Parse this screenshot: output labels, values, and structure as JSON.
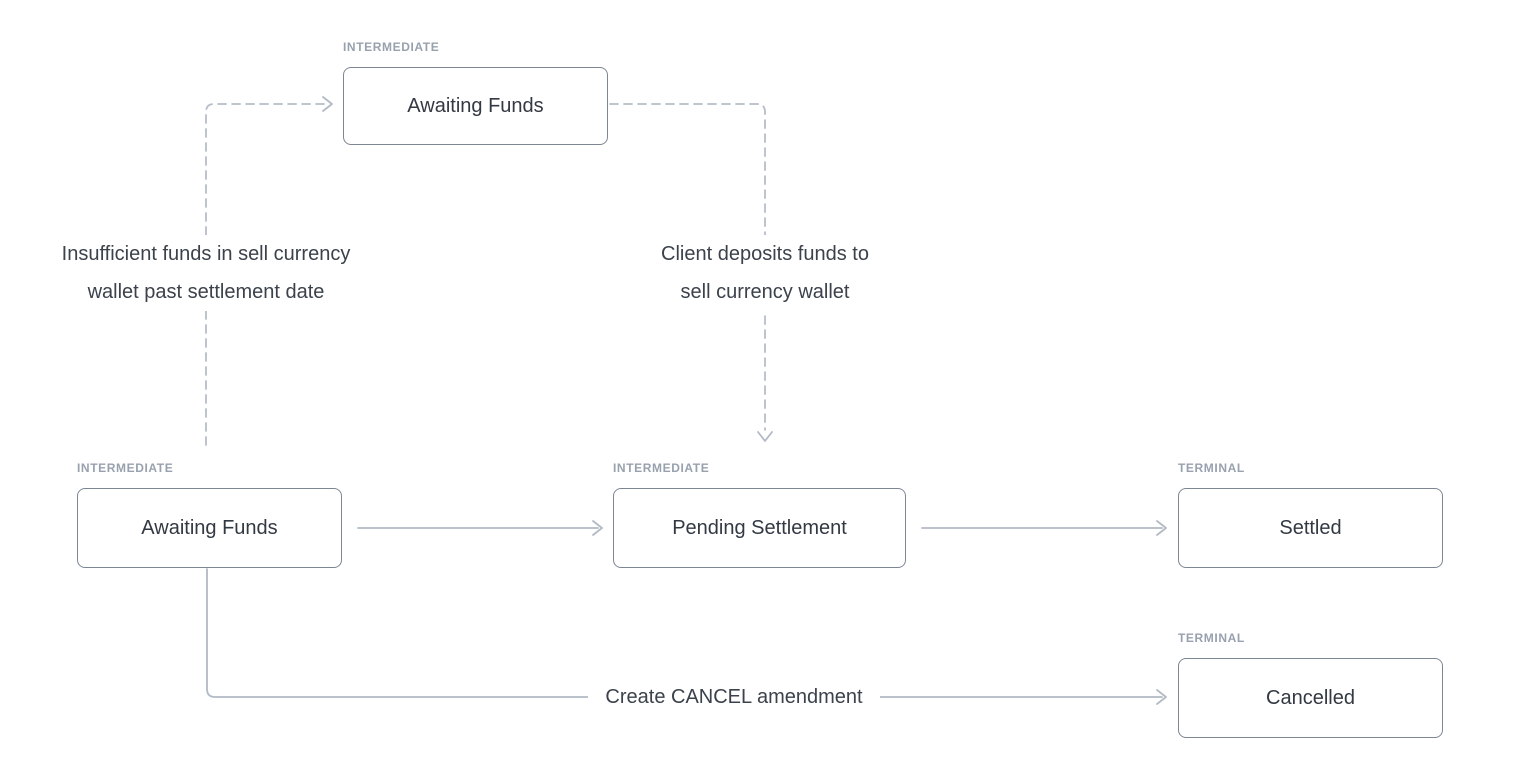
{
  "diagram": {
    "type": "state-machine-flowchart",
    "nodes": [
      {
        "id": "awaiting_funds_top",
        "badge": "INTERMEDIATE",
        "label": "Awaiting Funds"
      },
      {
        "id": "awaiting_funds_bottom",
        "badge": "INTERMEDIATE",
        "label": "Awaiting Funds"
      },
      {
        "id": "pending_settlement",
        "badge": "INTERMEDIATE",
        "label": "Pending Settlement"
      },
      {
        "id": "settled",
        "badge": "TERMINAL",
        "label": "Settled"
      },
      {
        "id": "cancelled",
        "badge": "TERMINAL",
        "label": "Cancelled"
      }
    ],
    "edges": [
      {
        "from": "awaiting_funds_bottom",
        "to": "awaiting_funds_top",
        "style": "dashed",
        "label_line1": "Insufficient funds in sell currency",
        "label_line2": "wallet past settlement date"
      },
      {
        "from": "awaiting_funds_top",
        "to": "pending_settlement",
        "style": "dashed",
        "label_line1": "Client deposits funds to",
        "label_line2": "sell currency wallet"
      },
      {
        "from": "awaiting_funds_bottom",
        "to": "pending_settlement",
        "style": "solid",
        "label": ""
      },
      {
        "from": "pending_settlement",
        "to": "settled",
        "style": "solid",
        "label": ""
      },
      {
        "from": "awaiting_funds_bottom",
        "to": "cancelled",
        "style": "solid",
        "label": "Create CANCEL amendment"
      }
    ],
    "colors": {
      "background": "#ffffff",
      "box_border": "#7d8693",
      "box_text": "#333943",
      "badge_text": "#98a1ae",
      "solid_line": "#b3bac5",
      "dashed_line": "#b6bdc8",
      "note_text": "#3b424b"
    }
  }
}
